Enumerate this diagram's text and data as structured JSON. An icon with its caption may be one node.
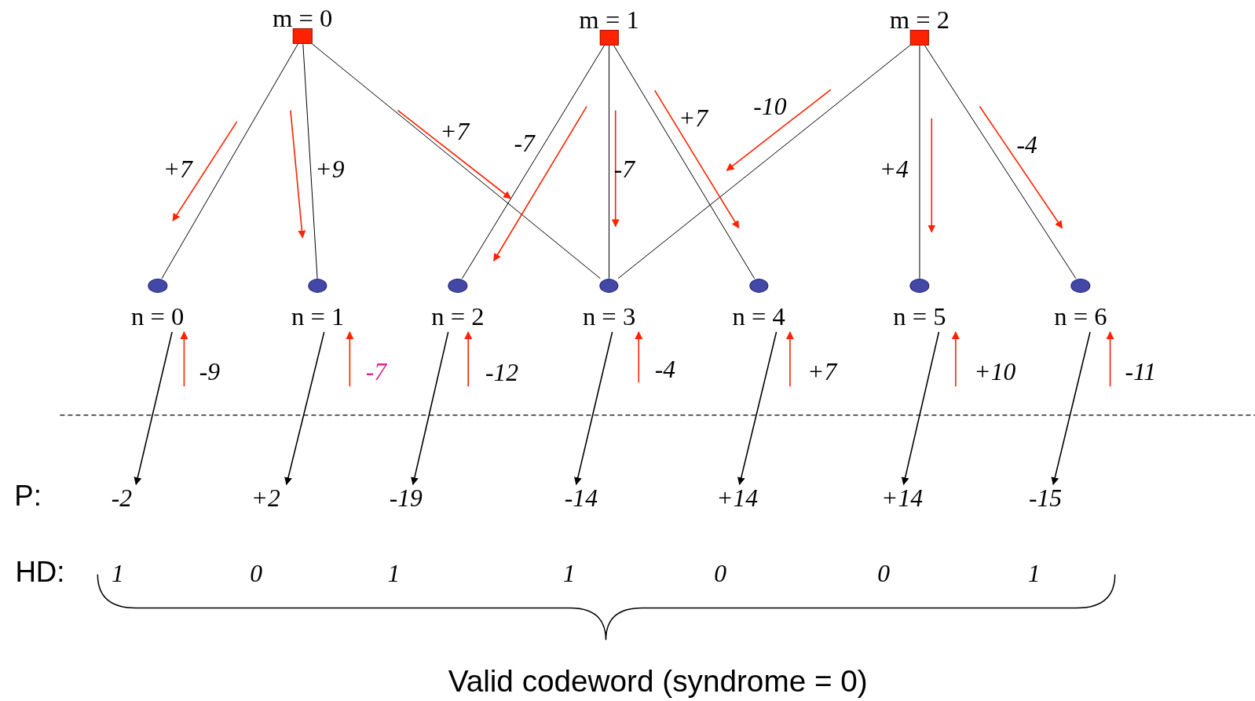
{
  "diagram": {
    "caption": "Valid codeword (syndrome = 0)",
    "nodes": [
      {
        "text": [
          "m = 0"
        ]
      },
      {
        "text": [
          "m = 1"
        ]
      },
      {
        "text": [
          "m = 2"
        ]
      },
      {
        "text": [
          "n = 0"
        ]
      },
      {
        "text": [
          "n = 1"
        ]
      },
      {
        "text": [
          "n = 2"
        ]
      },
      {
        "text": [
          "n = 3"
        ]
      },
      {
        "text": [
          "n = 4"
        ]
      },
      {
        "text": [
          "n = 5"
        ]
      },
      {
        "text": [
          "n = 6"
        ]
      },
      {
        "text": [
          "-2"
        ]
      },
      {
        "text": [
          "+2"
        ]
      },
      {
        "text": [
          "-19"
        ]
      },
      {
        "text": [
          "-14"
        ]
      },
      {
        "text": [
          "+14"
        ]
      },
      {
        "text": [
          "+14"
        ]
      },
      {
        "text": [
          "-15"
        ]
      }
    ],
    "edges": [
      {
        "from": 0,
        "to": 3,
        "arrow": "none",
        "label": "+7"
      },
      {
        "from": 0,
        "to": 4,
        "arrow": "none",
        "label": "+9"
      },
      {
        "from": 0,
        "to": 6,
        "arrow": "none",
        "label": "+7"
      },
      {
        "from": 1,
        "to": 5,
        "arrow": "none",
        "label": "-7"
      },
      {
        "from": 1,
        "to": 6,
        "arrow": "none",
        "label": "-7"
      },
      {
        "from": 1,
        "to": 7,
        "arrow": "none",
        "label": "+7"
      },
      {
        "from": 2,
        "to": 6,
        "arrow": "none",
        "label": "-10"
      },
      {
        "from": 2,
        "to": 8,
        "arrow": "none",
        "label": "+4"
      },
      {
        "from": 2,
        "to": 9,
        "arrow": "none",
        "label": "-4"
      },
      {
        "from": null,
        "to": 3,
        "arrow": "to",
        "label": "-9",
        "color": "#ff2200"
      },
      {
        "from": null,
        "to": 4,
        "arrow": "to",
        "label": "-7",
        "color": "#ff2200"
      },
      {
        "from": null,
        "to": 5,
        "arrow": "to",
        "label": "-12",
        "color": "#ff2200"
      },
      {
        "from": null,
        "to": 6,
        "arrow": "to",
        "label": "-4",
        "color": "#ff2200"
      },
      {
        "from": null,
        "to": 7,
        "arrow": "to",
        "label": "+7",
        "color": "#ff2200"
      },
      {
        "from": null,
        "to": 8,
        "arrow": "to",
        "label": "+10",
        "color": "#ff2200"
      },
      {
        "from": null,
        "to": 9,
        "arrow": "to",
        "label": "-11",
        "color": "#ff2200"
      },
      {
        "from": 3,
        "to": 10,
        "arrow": "to"
      },
      {
        "from": 4,
        "to": 11,
        "arrow": "to"
      },
      {
        "from": 5,
        "to": 12,
        "arrow": "to"
      },
      {
        "from": 6,
        "to": 13,
        "arrow": "to"
      },
      {
        "from": 7,
        "to": 14,
        "arrow": "to"
      },
      {
        "from": 8,
        "to": 15,
        "arrow": "to"
      },
      {
        "from": 9,
        "to": 16,
        "arrow": "to"
      }
    ],
    "labels": [
      "P:",
      "HD:",
      "1",
      "0",
      "1",
      "1",
      "0",
      "0",
      "1"
    ]
  }
}
